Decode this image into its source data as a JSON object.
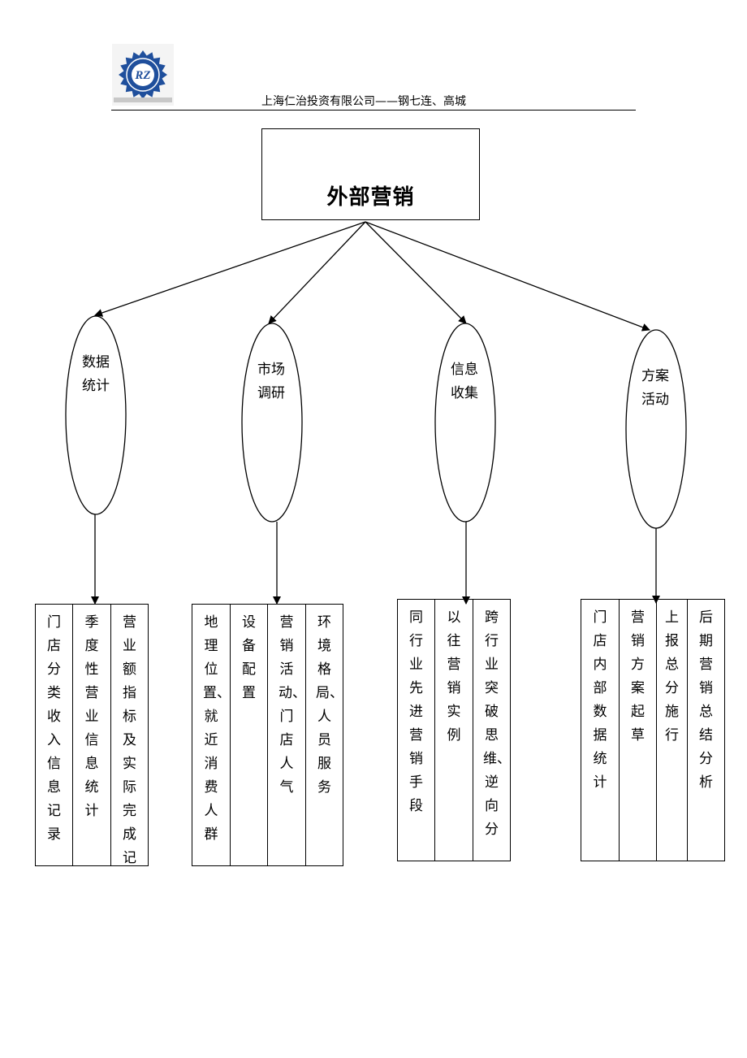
{
  "header": {
    "logo_text": "RZ",
    "company_line": "上海仁治投资有限公司——钢七连、高城"
  },
  "title": "外部营销",
  "nodes": [
    {
      "label_line1": "数据",
      "label_line2": "统计"
    },
    {
      "label_line1": "市场",
      "label_line2": "调研"
    },
    {
      "label_line1": "信息",
      "label_line2": "收集"
    },
    {
      "label_line1": "方案",
      "label_line2": "活动"
    }
  ],
  "groups": [
    {
      "columns": [
        "门店分类收入信息记录",
        "季度性营业信息统计",
        "营业额指标及实际完成记"
      ]
    },
    {
      "columns": [
        "地理位置、就近消费人群",
        "设备配置",
        "营销活动、门店人气",
        "环境格局、人员服务"
      ]
    },
    {
      "columns": [
        "同行业先进营销手段",
        "以往营销实例",
        "跨行业突破思维、逆向分"
      ]
    },
    {
      "columns": [
        "门店内部数据统计",
        "营销方案起草",
        "上报总分施行",
        "后期营销总结分析"
      ]
    }
  ],
  "colors": {
    "line": "#000000",
    "logo_blue": "#1f4f9c",
    "background": "#ffffff"
  }
}
